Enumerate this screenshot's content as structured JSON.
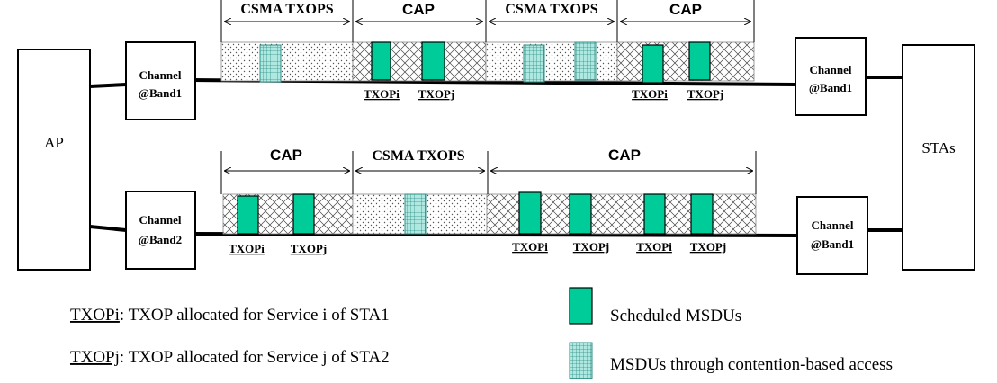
{
  "nodes": {
    "ap": "AP",
    "stas": "STAs",
    "ch_top_left": [
      "Channel",
      "@Band1"
    ],
    "ch_bottom_left": [
      "Channel",
      "@Band2"
    ],
    "ch_top_right": [
      "Channel",
      "@Band1"
    ],
    "ch_bottom_right": [
      "Channel",
      "@Band1"
    ]
  },
  "band1": {
    "periods": [
      "CSMA TXOPS",
      "CAP",
      "CSMA TXOPS",
      "CAP"
    ],
    "txop_labels": [
      "TXOPi",
      "TXOPj",
      "TXOPi",
      "TXOPj"
    ]
  },
  "band2": {
    "periods": [
      "CAP",
      "CSMA TXOPS",
      "CAP"
    ],
    "txop_labels": [
      "TXOPi",
      "TXOPj",
      "TXOPi",
      "TXOPj",
      "TXOPi",
      "TXOPj"
    ]
  },
  "legend": {
    "txopi_term": "TXOPi",
    "txopi_desc": ": TXOP allocated for Service i of STA1",
    "txopj_term": "TXOPj",
    "txopj_desc": ": TXOP allocated for Service j of STA2",
    "scheduled": "Scheduled MSDUs",
    "contention": "MSDUs through contention-based access"
  },
  "colors": {
    "scheduled_fill": "#00cc99",
    "contention_fill": "#aee8e0",
    "stroke": "#000000"
  }
}
